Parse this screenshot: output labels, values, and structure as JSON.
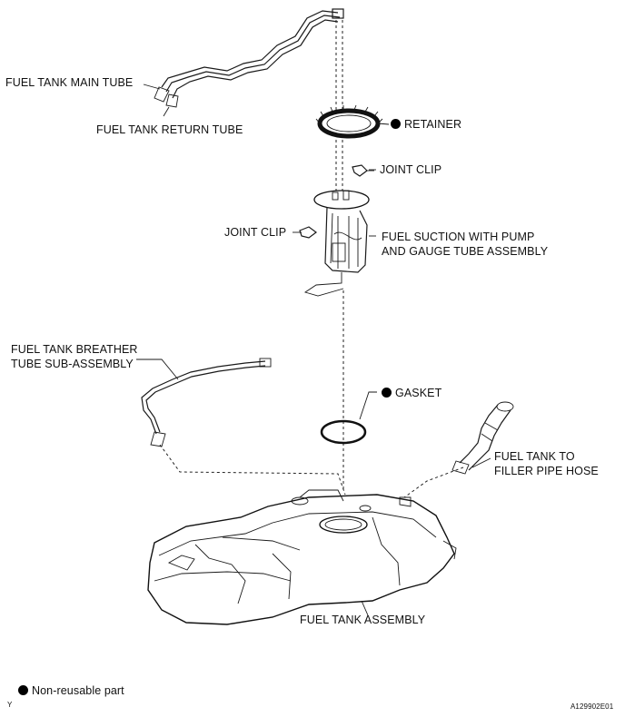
{
  "callouts": {
    "main_tube": "FUEL TANK MAIN TUBE",
    "return_tube": "FUEL TANK RETURN TUBE",
    "retainer": "RETAINER",
    "joint_clip_upper": "JOINT CLIP",
    "joint_clip_left": "JOINT CLIP",
    "suction_line1": "FUEL SUCTION WITH PUMP",
    "suction_line2": "AND GAUGE TUBE ASSEMBLY",
    "breather_line1": "FUEL TANK BREATHER",
    "breather_line2": "TUBE SUB-ASSEMBLY",
    "gasket": "GASKET",
    "filler_line1": "FUEL TANK TO",
    "filler_line2": "FILLER PIPE HOSE",
    "tank": "FUEL TANK ASSEMBLY"
  },
  "legend": {
    "non_reusable": "Non-reusable part",
    "marker_symbol": "filled-circle"
  },
  "footer": {
    "corner_mark": "Y",
    "ref_code": "A129902E01"
  }
}
